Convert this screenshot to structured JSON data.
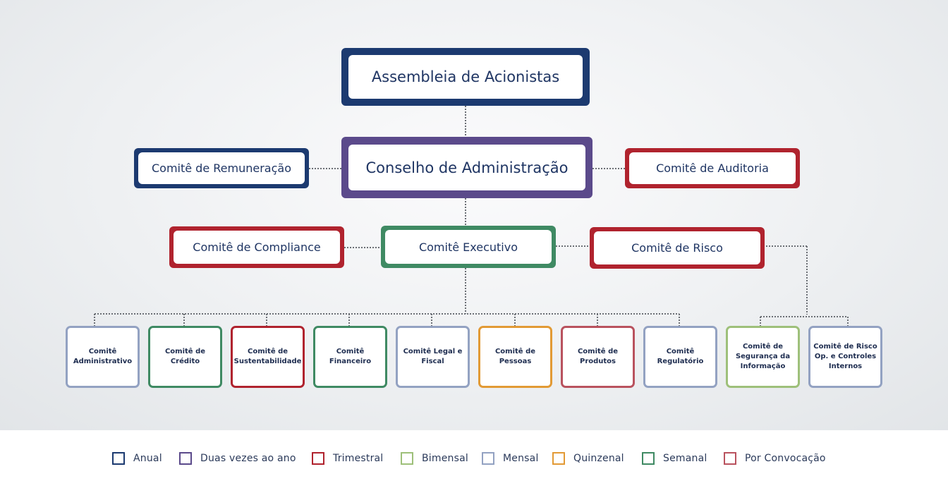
{
  "colors": {
    "anual": "#1c3a70",
    "duas_vezes": "#5b4a8b",
    "trimestral": "#b0232e",
    "bimensal": "#9ec07a",
    "mensal": "#93a2c2",
    "quinzenal": "#e29a35",
    "semanal": "#3f8a63",
    "convocacao": "#b9525e"
  },
  "top": {
    "assembleia": "Assembleia de Acionistas",
    "conselho": "Conselho de Administração",
    "remuneracao": "Comitê de Remuneração",
    "auditoria": "Comitê de Auditoria",
    "compliance": "Comitê de Compliance",
    "executivo": "Comitê Executivo",
    "risco": "Comitê de Risco"
  },
  "committees": [
    {
      "label": "Comitê Administrativo",
      "frequency": "Mensal"
    },
    {
      "label": "Comitê de Crédito",
      "frequency": "Semanal"
    },
    {
      "label": "Comitê de Sustentabilidade",
      "frequency": "Trimestral"
    },
    {
      "label": "Comitê Financeiro",
      "frequency": "Semanal"
    },
    {
      "label": "Comitê Legal e Fiscal",
      "frequency": "Mensal"
    },
    {
      "label": "Comitê de Pessoas",
      "frequency": "Quinzenal"
    },
    {
      "label": "Comitê de Produtos",
      "frequency": "Por Convocação"
    },
    {
      "label": "Comitê Regulatório",
      "frequency": "Mensal"
    },
    {
      "label": "Comitê de Segurança da Informação",
      "frequency": "Bimensal"
    },
    {
      "label": "Comitê de Risco Op. e Controles Internos",
      "frequency": "Mensal"
    }
  ],
  "legend": [
    {
      "label": "Anual",
      "color": "#1c3a70"
    },
    {
      "label": "Duas vezes ao ano",
      "color": "#5b4a8b"
    },
    {
      "label": "Trimestral",
      "color": "#b0232e"
    },
    {
      "label": "Bimensal",
      "color": "#9ec07a"
    },
    {
      "label": "Mensal",
      "color": "#93a2c2"
    },
    {
      "label": "Quinzenal",
      "color": "#e29a35"
    },
    {
      "label": "Semanal",
      "color": "#3f8a63"
    },
    {
      "label": "Por Convocação",
      "color": "#b9525e"
    }
  ]
}
